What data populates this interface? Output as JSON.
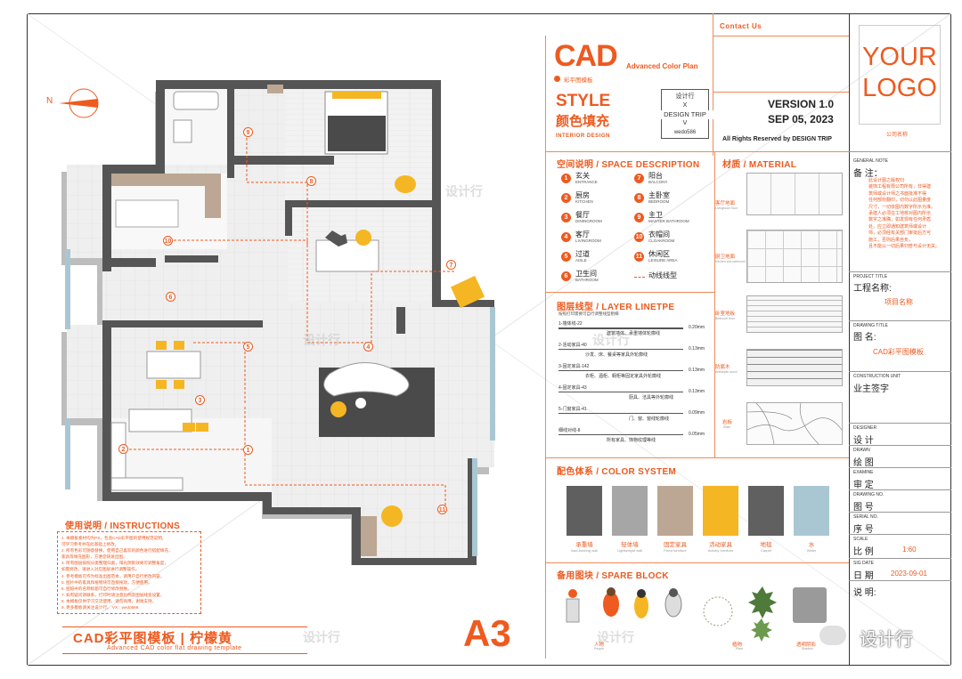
{
  "colors": {
    "accent": "#ee5a1f",
    "yellow": "#f5b623",
    "wall": "#555555",
    "floor": "#e9e9e9",
    "dark_rug": "#4a4a4a"
  },
  "title_block": {
    "cad": "CAD",
    "cad_sub": "Advanced Color Plan",
    "template_tag": "彩平图模板",
    "style": "STYLE",
    "style_cn": "颜色填充",
    "interior": "INTERIOR DESIGN",
    "design_trip": {
      "line1": "设计行",
      "line2": "X",
      "line3": "DESIGN TRIP",
      "line4": "V",
      "line5": "wedo586"
    },
    "contact": "Contact Us",
    "version": "VERSION 1.0",
    "date": "SEP 05, 2023",
    "rights": "All Rights Reserved by DESIGN TRIP",
    "logo_line1": "YOUR",
    "logo_line2": "LOGO",
    "company": "公司名称"
  },
  "space_description": {
    "title": "空间说明 / SPACE DESCRIPTION",
    "items": [
      {
        "n": "1",
        "cn": "玄关",
        "en": "ENTRANCE"
      },
      {
        "n": "2",
        "cn": "厨房",
        "en": "KITCHEN"
      },
      {
        "n": "3",
        "cn": "餐厅",
        "en": "DININGROOM"
      },
      {
        "n": "4",
        "cn": "客厅",
        "en": "LIVINGROOM"
      },
      {
        "n": "5",
        "cn": "过道",
        "en": "AISLE"
      },
      {
        "n": "6",
        "cn": "卫生间",
        "en": "BATHROOM"
      },
      {
        "n": "7",
        "cn": "阳台",
        "en": "BALCONY"
      },
      {
        "n": "8",
        "cn": "主卧室",
        "en": "BEDROOM"
      },
      {
        "n": "9",
        "cn": "主卫",
        "en": "MASTER BATHROOM"
      },
      {
        "n": "10",
        "cn": "衣帽间",
        "en": "CLOAKROOM"
      },
      {
        "n": "11",
        "cn": "休闲区",
        "en": "LEISURE AREA"
      },
      {
        "n": "",
        "cn": "动线线型",
        "en": ""
      }
    ]
  },
  "material": {
    "title": "材质 / MATERIAL",
    "items": [
      {
        "cn": "客厅地面",
        "en": "Livingroom floor"
      },
      {
        "cn": "厨卫地面",
        "en": "Kitchen and bathroom floor"
      },
      {
        "cn": "卧室地板",
        "en": "Bedroom floor"
      },
      {
        "cn": "防腐木",
        "en": "Antiseptic wood"
      },
      {
        "cn": "岩板",
        "en": "Slate"
      }
    ]
  },
  "layer_linetype": {
    "title": "图层线型 / LAYER LINETPE",
    "note": "按照打印需要可自行调整线型粗细",
    "rows": [
      {
        "label": "1-墙体线-22",
        "desc": "建筑墙体、承重墙体轮廓线",
        "w": "0.20mm"
      },
      {
        "label": "2-活动家具-40",
        "desc": "沙发、床、餐桌等家具外轮廓线",
        "w": "0.13mm"
      },
      {
        "label": "3-固定家具-142",
        "desc": "衣柜、酒柜、橱柜等固定家具外轮廓线",
        "w": "0.13mm"
      },
      {
        "label": "4-固定家具-43",
        "desc": "厨具、洁具等外轮廓线",
        "w": "0.13mm"
      },
      {
        "label": "5-门窗家具-41",
        "desc": "门、窗、窗线轮廓线",
        "w": "0.09mm"
      },
      {
        "label": "细线对线-8",
        "desc": "所有家具、饰物纹理等线",
        "w": "0.05mm"
      }
    ]
  },
  "color_system": {
    "title": "配色体系 / COLOR SYSTEM",
    "items": [
      {
        "cn": "承重墙",
        "en": "load-bearing wall",
        "color": "#5f5f5f"
      },
      {
        "cn": "轻体墙",
        "en": "Lightweight wall",
        "color": "#a6a6a6"
      },
      {
        "cn": "固定家具",
        "en": "Fixed furniture",
        "color": "#bca794"
      },
      {
        "cn": "活动家具",
        "en": "Activity furniture",
        "color": "#f5b623"
      },
      {
        "cn": "地毯",
        "en": "Carpet",
        "color": "#606060"
      },
      {
        "cn": "水",
        "en": "Water",
        "color": "#a9c7d3"
      }
    ]
  },
  "spare_block": {
    "title": "备用图块 / SPARE  BLOCK",
    "labels": [
      {
        "cn": "人物",
        "en": "People"
      },
      {
        "cn": "植物",
        "en": "Plant"
      },
      {
        "cn": "透明阴影",
        "en": "Shadow"
      }
    ]
  },
  "instructions": {
    "title": "使用说明 / INSTRUCTIONS",
    "lines": [
      "1. 本模板素材均为PS，包含CAD彩平图的使用规范说明，",
      "   可学习参考并在此基础上修改。",
      "2. 所有色彩可随意替换，使用自己喜欢的颜色进行搭配填充，",
      "   家具等填充图形，方便您快速出图。",
      "3. 所有图层按照分类整理归类，阳光阴影效果可调整角度，",
      "   如需修改，请进入对应图层进行调整操作。",
      "4. 参考模板可作为标准出图范本，请用户自行更改内容。",
      "5. 图片中的家具和植物块可直接拖动，方便使用。",
      "6. 图纸中的名称标题可自行修改替换。",
      "7. 如有疑问请联系，打印时请注意比例及图层线宽设置。",
      "8. 本模板仅供学习交流使用，请勿商用，谢谢支持。",
      "9. 更多模板请关注设计行。 VX：wedo586"
    ]
  },
  "bottom": {
    "main": "CAD彩平图模板 | 柠檬黄",
    "sub": "Advanced CAD color flat drawing template",
    "size": "A3"
  },
  "general_note": {
    "en": "GENERAL NOTE",
    "cn": "备  注：",
    "text": [
      "此设计图之版权归",
      "装饰工程有限公司所有，非得建",
      "筑师或设计师之书面批准不得",
      "任何部份翻印，切勿以此图量度",
      "尺寸，一切依图内数字所示为准。",
      "承建人必须在工地核对图内所示",
      "数字之准确，如发现有任何矛盾",
      "处，应立即通知建筑师或设计",
      "师，必须经有关部门审批后方可",
      "施工，否则后果自负，",
      "且不能以一切后果归咎与设计无关。"
    ]
  },
  "fields": [
    {
      "en": "PROJECT TITLE",
      "cn": "工程名称:",
      "val": "项目名称"
    },
    {
      "en": "DRAWING TITLE",
      "cn": "图    名:",
      "val": "CAD彩平图模板"
    },
    {
      "en": "CONSTRUCTION UNIT",
      "cn": "业主签字",
      "val": ""
    },
    {
      "en": "DESIGNER",
      "cn": "设  计",
      "val": ""
    },
    {
      "en": "DRAWN",
      "cn": "绘  图",
      "val": ""
    },
    {
      "en": "EXAMINE",
      "cn": "审  定",
      "val": ""
    },
    {
      "en": "DRAWING NO.",
      "cn": "图  号",
      "val": ""
    },
    {
      "en": "SERIAL NO.",
      "cn": "序  号",
      "val": ""
    },
    {
      "en": "SCALE",
      "cn": "比  例",
      "val": "1:60"
    },
    {
      "en": "SIG DATE",
      "cn": "日  期",
      "val": "2023-09-01"
    },
    {
      "en": "",
      "cn": "说  明:",
      "val": ""
    }
  ],
  "plan": {
    "compass": "N",
    "room_numbers": [
      "1",
      "2",
      "3",
      "4",
      "5",
      "6",
      "7",
      "8",
      "9",
      "10",
      "11"
    ]
  },
  "watermarks": [
    "设计行",
    "设计行",
    "设计行",
    "设计行",
    "设计行"
  ],
  "social": "设计行"
}
